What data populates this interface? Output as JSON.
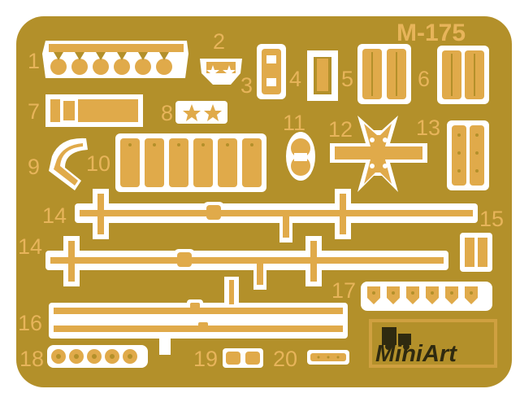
{
  "sheet": {
    "code": "M-175",
    "brand": "MiniArt",
    "colors": {
      "fret": "#b3902a",
      "part": "#e0aa4a",
      "label": "#e7b45a",
      "cutout": "#ffffff"
    }
  },
  "labels": [
    "1",
    "2",
    "3",
    "4",
    "5",
    "6",
    "7",
    "8",
    "9",
    "10",
    "11",
    "12",
    "13",
    "14",
    "14",
    "15",
    "16",
    "17",
    "18",
    "19",
    "20"
  ]
}
